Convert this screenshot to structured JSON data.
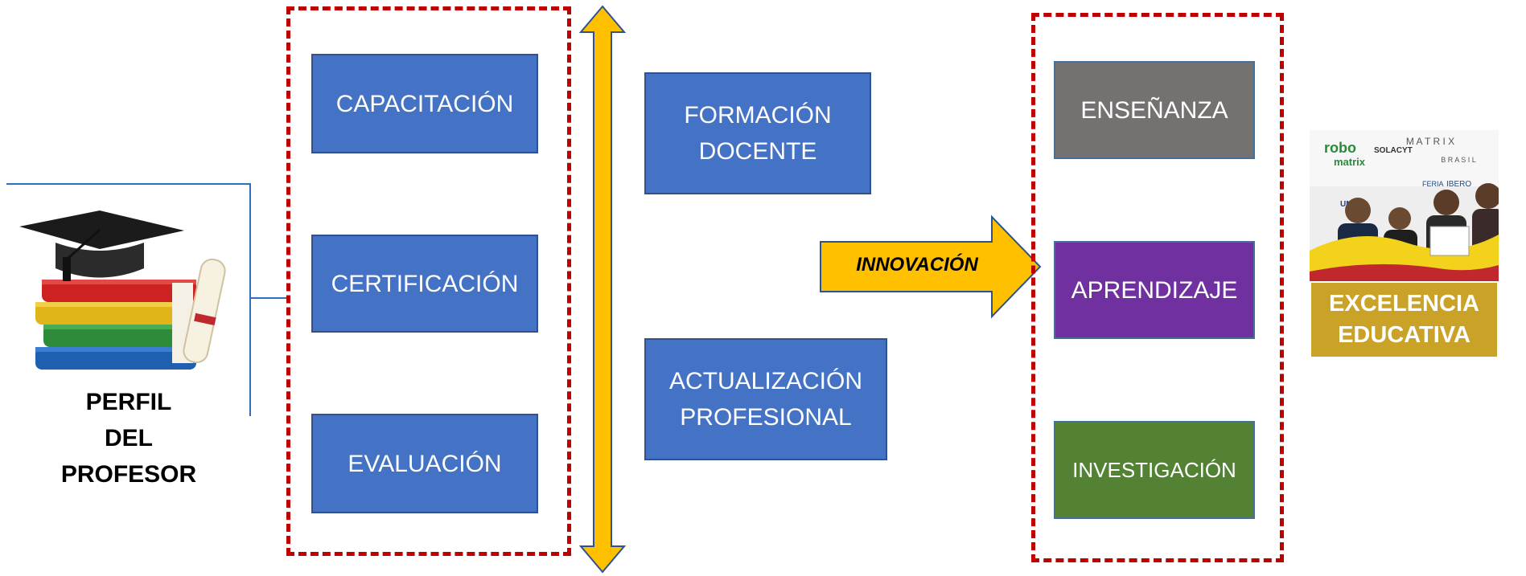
{
  "perfil": {
    "line1": "PERFIL",
    "line2": "DEL",
    "line3": "PROFESOR"
  },
  "left_group": {
    "items": [
      "CAPACITACIÓN",
      "CERTIFICACIÓN",
      "EVALUACIÓN"
    ]
  },
  "middle": {
    "formacion": {
      "line1": "FORMACIÓN",
      "line2": "DOCENTE"
    },
    "actualizacion": {
      "line1": "ACTUALIZACIÓN",
      "line2": "PROFESIONAL"
    }
  },
  "arrow": {
    "label": "INNOVACIÓN"
  },
  "right_group": {
    "items": [
      "ENSEÑANZA",
      "APRENDIZAJE",
      "INVESTIGACIÓN"
    ]
  },
  "excelencia": {
    "line1": "EXCELENCIA",
    "line2": "EDUCATIVA",
    "photo_texts": [
      "M A T R I X",
      "B R A S I L",
      "robo",
      "matrix",
      "SOLACYT",
      "FERIA",
      "IBERO",
      "UNI"
    ]
  },
  "colors": {
    "box_blue": "#4472c4",
    "ensenanza": "#767171",
    "aprendizaje": "#7030a0",
    "investigacion": "#548235",
    "dash_red": "#c00000",
    "arrow_gold": "#ffc000",
    "excelencia_gold": "#c9a227"
  }
}
